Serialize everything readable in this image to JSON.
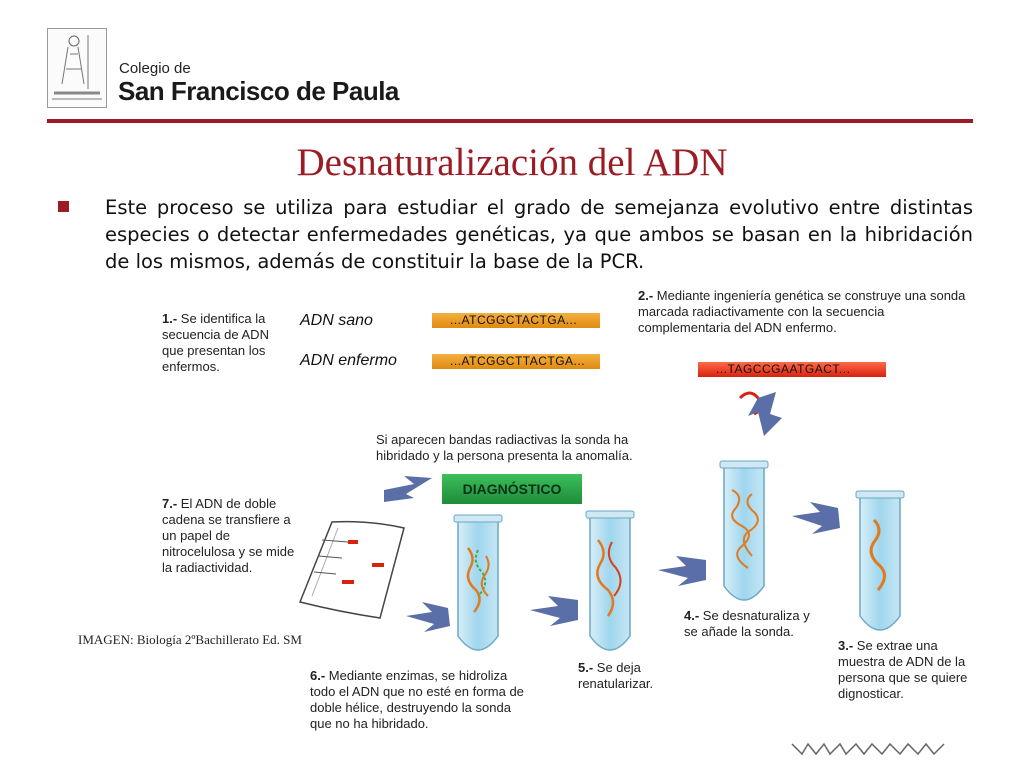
{
  "logo": {
    "line1": "Colegio de",
    "line2": "San Francisco de Paula"
  },
  "title": "Desnaturalización del ADN",
  "bullet_text": "Este proceso se utiliza para estudiar el grado de semejanza evolutivo entre distintas especies o detectar enfermedades genéticas, ya que ambos se basan en la hibridación de los mismos, además de constituir la base de la PCR.",
  "diagram": {
    "step1": {
      "num": "1.-",
      "text": "Se identifica la secuencia de ADN que presentan los enfermos."
    },
    "adn_sano": {
      "label": "ADN sano",
      "seq": "...ATCGGCTACTGA..."
    },
    "adn_enfermo": {
      "label": "ADN enfermo",
      "seq": "...ATCGGCTTACTGA..."
    },
    "step2": {
      "num": "2.-",
      "text": "Mediante ingeniería genética se construye una sonda marcada radiactivamente con la secuencia complementaria del ADN enfermo."
    },
    "probe_seq": "...TAGCCGAATGACT...",
    "note": "Si aparecen bandas radiactivas la sonda ha hibridado y la persona presenta la anomalía.",
    "diagnostico": "DIAGNÓSTICO",
    "step7": {
      "num": "7.-",
      "text": "El ADN de doble cadena se transfiere a un papel de nitrocelulosa y se mide la radiactividad."
    },
    "step6": {
      "num": "6.-",
      "text": "Mediante enzimas, se hidroliza todo el ADN que no esté en forma de doble hélice, destruyendo la sonda que no ha hibridado."
    },
    "step5": {
      "num": "5.-",
      "text": "Se deja renatularizar."
    },
    "step4": {
      "num": "4.-",
      "text": "Se desnaturaliza y se añade la sonda."
    },
    "step3": {
      "num": "3.-",
      "text": "Se extrae una muestra de ADN de la persona que se quiere dignosticar."
    }
  },
  "credit": "IMAGEN: Biología 2ºBachillerato Ed. SM",
  "colors": {
    "accent": "#9b1c24",
    "tube": "#8fd0ea",
    "strand": "#e07a20",
    "arrow": "#5a6fa8",
    "diagnostic": "#2ea84a"
  }
}
